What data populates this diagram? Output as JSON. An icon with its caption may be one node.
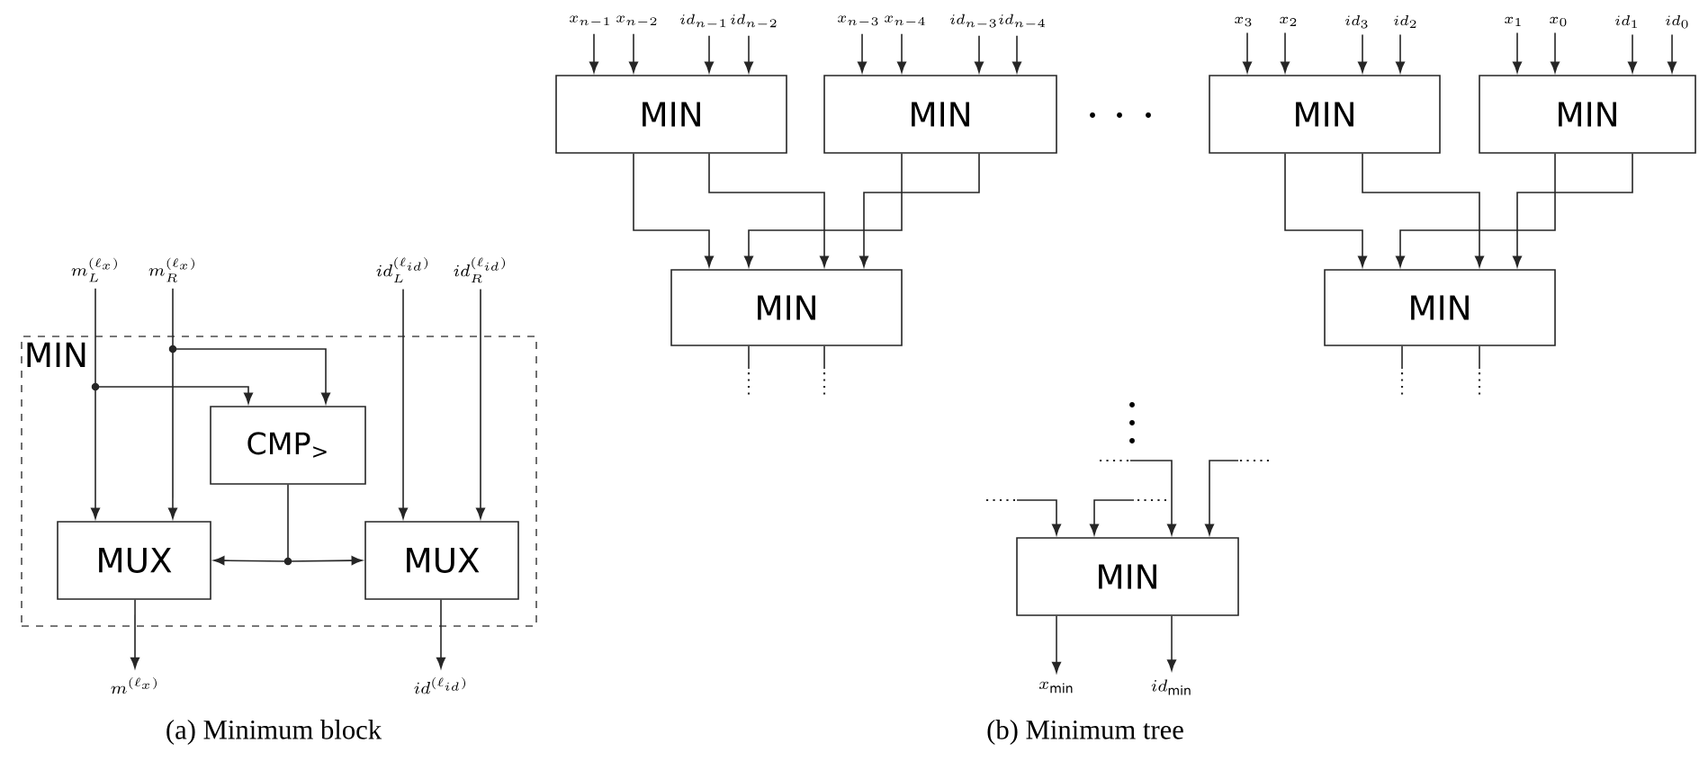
{
  "diagram": {
    "nodes": [
      {
        "text": [
          "MIN"
        ]
      },
      {
        "text": [
          "CMP$_{>}$"
        ],
        "in": 0
      },
      {
        "text": [
          "MUX"
        ],
        "in": 0
      },
      {
        "text": [
          "MUX"
        ],
        "in": 0
      },
      {
        "text": [
          "m_L^{(\\ell_x)}"
        ]
      },
      {
        "text": [
          "m_R^{(\\ell_x)}"
        ]
      },
      {
        "text": [
          "id_L^{(\\ell_{id})}"
        ]
      },
      {
        "text": [
          "id_R^{(\\ell_{id})}"
        ]
      },
      {
        "text": [
          "m^{(\\ell_x)}"
        ]
      },
      {
        "text": [
          "id^{(\\ell_{id})}"
        ]
      },
      {
        "text": [
          "MIN"
        ]
      },
      {
        "text": [
          "MIN"
        ]
      },
      {
        "text": [
          "MIN"
        ]
      },
      {
        "text": [
          "MIN"
        ]
      },
      {
        "text": [
          "MIN"
        ]
      },
      {
        "text": [
          "MIN"
        ]
      },
      {
        "text": [
          "MIN"
        ]
      },
      {
        "text": [
          "x_{n-1}"
        ]
      },
      {
        "text": [
          "x_{n-2}"
        ]
      },
      {
        "text": [
          "id_{n-1}"
        ]
      },
      {
        "text": [
          "id_{n-2}"
        ]
      },
      {
        "text": [
          "x_{n-3}"
        ]
      },
      {
        "text": [
          "x_{n-4}"
        ]
      },
      {
        "text": [
          "id_{n-3}"
        ]
      },
      {
        "text": [
          "id_{n-4}"
        ]
      },
      {
        "text": [
          "x_3"
        ]
      },
      {
        "text": [
          "x_2"
        ]
      },
      {
        "text": [
          "id_3"
        ]
      },
      {
        "text": [
          "id_2"
        ]
      },
      {
        "text": [
          "x_1"
        ]
      },
      {
        "text": [
          "x_0"
        ]
      },
      {
        "text": [
          "id_1"
        ]
      },
      {
        "text": [
          "id_0"
        ]
      },
      {
        "text": [
          "x_{\\min}"
        ]
      },
      {
        "text": [
          "id_{\\min}"
        ]
      }
    ],
    "edges": [
      {
        "from": 4,
        "to": 2,
        "arrow": "to"
      },
      {
        "from": 4,
        "to": 1,
        "arrow": "to"
      },
      {
        "from": 5,
        "to": 2,
        "arrow": "to"
      },
      {
        "from": 5,
        "to": 1,
        "arrow": "to"
      },
      {
        "from": 6,
        "to": 3,
        "arrow": "to"
      },
      {
        "from": 7,
        "to": 3,
        "arrow": "to"
      },
      {
        "from": 1,
        "to": 2,
        "arrow": "to"
      },
      {
        "from": 1,
        "to": 3,
        "arrow": "to"
      },
      {
        "from": 2,
        "to": 8,
        "arrow": "to"
      },
      {
        "from": 3,
        "to": 9,
        "arrow": "to"
      },
      {
        "from": 17,
        "to": 10,
        "arrow": "to"
      },
      {
        "from": 18,
        "to": 10,
        "arrow": "to"
      },
      {
        "from": 19,
        "to": 10,
        "arrow": "to"
      },
      {
        "from": 20,
        "to": 10,
        "arrow": "to"
      },
      {
        "from": 21,
        "to": 11,
        "arrow": "to"
      },
      {
        "from": 22,
        "to": 11,
        "arrow": "to"
      },
      {
        "from": 23,
        "to": 11,
        "arrow": "to"
      },
      {
        "from": 24,
        "to": 11,
        "arrow": "to"
      },
      {
        "from": 25,
        "to": 12,
        "arrow": "to"
      },
      {
        "from": 26,
        "to": 12,
        "arrow": "to"
      },
      {
        "from": 27,
        "to": 12,
        "arrow": "to"
      },
      {
        "from": 28,
        "to": 12,
        "arrow": "to"
      },
      {
        "from": 29,
        "to": 13,
        "arrow": "to"
      },
      {
        "from": 30,
        "to": 13,
        "arrow": "to"
      },
      {
        "from": 31,
        "to": 13,
        "arrow": "to"
      },
      {
        "from": 32,
        "to": 13,
        "arrow": "to"
      },
      {
        "from": 10,
        "to": 14,
        "arrow": "to"
      },
      {
        "from": 10,
        "to": 14,
        "arrow": "to"
      },
      {
        "from": 11,
        "to": 14,
        "arrow": "to"
      },
      {
        "from": 11,
        "to": 14,
        "arrow": "to"
      },
      {
        "from": 12,
        "to": 15,
        "arrow": "to"
      },
      {
        "from": 12,
        "to": 15,
        "arrow": "to"
      },
      {
        "from": 13,
        "to": 15,
        "arrow": "to"
      },
      {
        "from": 13,
        "to": 15,
        "arrow": "to"
      },
      {
        "from": 14,
        "to": null,
        "arrow": "none"
      },
      {
        "from": 14,
        "to": null,
        "arrow": "none"
      },
      {
        "from": 15,
        "to": null,
        "arrow": "none"
      },
      {
        "from": 15,
        "to": null,
        "arrow": "none"
      },
      {
        "from": null,
        "to": 16,
        "arrow": "to"
      },
      {
        "from": null,
        "to": 16,
        "arrow": "to"
      },
      {
        "from": null,
        "to": 16,
        "arrow": "to"
      },
      {
        "from": null,
        "to": 16,
        "arrow": "to"
      },
      {
        "from": 16,
        "to": 33,
        "arrow": "to"
      },
      {
        "from": 16,
        "to": 34,
        "arrow": "to"
      }
    ],
    "labels": [
      "(a) Minimum block",
      "(b) Minimum tree"
    ]
  }
}
